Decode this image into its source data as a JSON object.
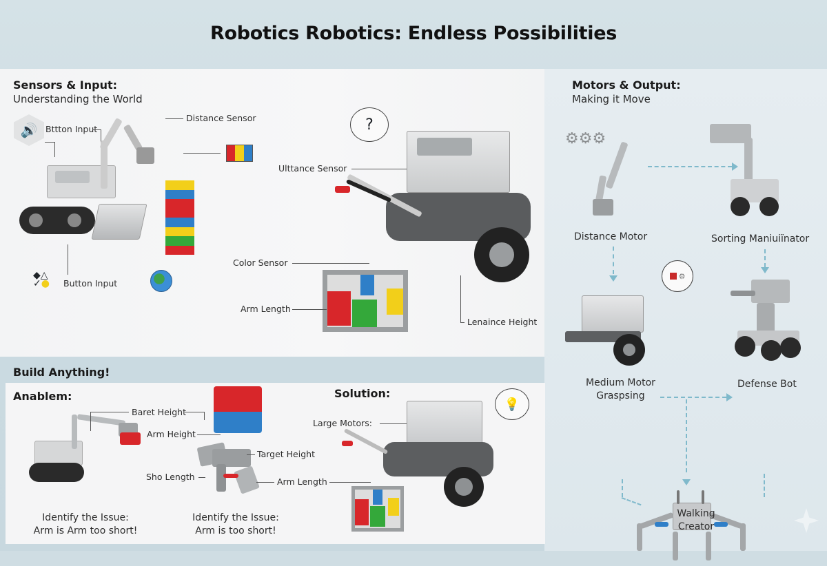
{
  "title": "Robotics Robotics: Endless Possibilities",
  "sensors": {
    "heading": "Sensors & Input:",
    "subheading": "Understanding the World",
    "labels": {
      "button_input_top": "Bttton Input",
      "distance_sensor": "Distance Sensor",
      "button_input_bottom": "Button Input",
      "ultrasonic_sensor": "Ulttance Sensor",
      "color_sensor": "Color Sensor",
      "arm_length": "Arm Length",
      "lenaince_height": "Lenaince Height"
    },
    "icons": [
      "speaker-icon",
      "color-swatch-icon",
      "shapes-icon",
      "globe-icon",
      "question-bubble-icon"
    ],
    "colors": {
      "red": "#d8262a",
      "yellow": "#f2cf1a",
      "blue": "#2f7fc8",
      "green": "#34a83a"
    }
  },
  "motors": {
    "heading": "Motors & Output:",
    "subheading": "Making it Move",
    "nodes": [
      {
        "label": "Distance Motor"
      },
      {
        "label": "Sorting Maniuiïnator"
      },
      {
        "label": "Medium Motor",
        "label2": "Graspsing"
      },
      {
        "label": "Defense Bot"
      },
      {
        "label": "Walking",
        "label2": "Creator"
      }
    ],
    "flow_color": "#7fb9cb"
  },
  "build": {
    "heading": "Build Anything!",
    "problem_heading": "Anablem:",
    "solution_heading": "Solution:",
    "labels": {
      "baret_height": "Baret Height",
      "arm_height": "Arm Height",
      "target_height": "Target Height",
      "sho_length": "Sho Length",
      "arm_length": "Arm Length",
      "large_motors": "Large Motors:"
    },
    "captions": [
      {
        "line1": "Identify the Issue:",
        "line2": "Arm is Arm too short!"
      },
      {
        "line1": "Identify the Issue:",
        "line2": "Arm is too short!"
      }
    ]
  }
}
